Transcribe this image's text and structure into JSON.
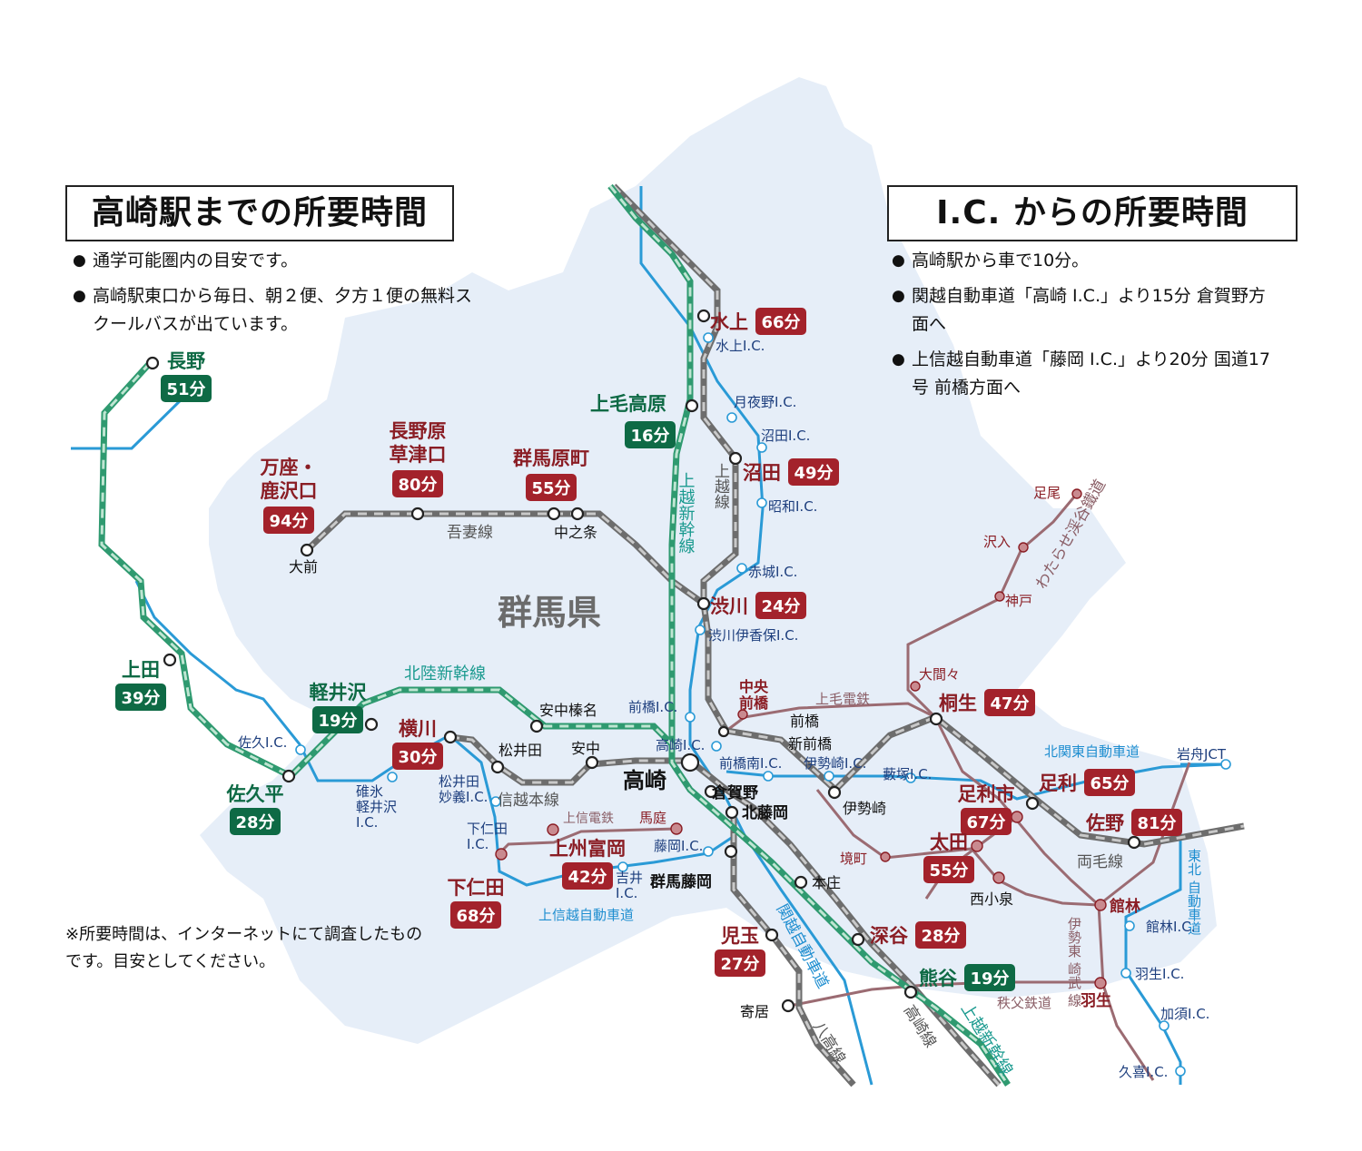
{
  "left_panel": {
    "title": "高崎駅までの所要時間",
    "bullets": [
      "通学可能圏内の目安です。",
      "高崎駅東口から毎日、朝２便、夕方１便の無料スクールバスが出ています。"
    ]
  },
  "right_panel": {
    "title": "I.C. からの所要時間",
    "bullets": [
      "高崎駅から車で10分。",
      "関越自動車道「高崎 I.C.」より15分 倉賀野方面へ",
      "上信越自動車道「藤岡 I.C.」より20分 国道17号 前橋方面へ"
    ]
  },
  "note": "※所要時間は、インターネットにて調査したものです。目安としてください。",
  "prefecture": "群馬県",
  "colors": {
    "prefecture_fill": "#e6eef8",
    "badge_green": "#0e6a45",
    "badge_red": "#a3222b",
    "expressway": "#2a9ad6",
    "jr_line": "#6d6d6d",
    "shinkansen": "#2f9a70",
    "private_rail": "#9b6b72"
  },
  "stations": {
    "minakami": {
      "name": "水上",
      "time": "66分"
    },
    "jomokogen": {
      "name": "上毛高原",
      "time": "16分"
    },
    "numata": {
      "name": "沼田",
      "time": "49分"
    },
    "shibukawa": {
      "name": "渋川",
      "time": "24分"
    },
    "naganohara": {
      "name": "長野原\n草津口",
      "time": "80分"
    },
    "gunmaharamachi": {
      "name": "群馬原町",
      "time": "55分"
    },
    "manza": {
      "name": "万座・\n鹿沢口",
      "time": "94分"
    },
    "nagano": {
      "name": "長野",
      "time": "51分"
    },
    "ueda": {
      "name": "上田",
      "time": "39分"
    },
    "karuizawa": {
      "name": "軽井沢",
      "time": "19分"
    },
    "sakudaira": {
      "name": "佐久平",
      "time": "28分"
    },
    "yokokawa": {
      "name": "横川",
      "time": "30分"
    },
    "kiryu": {
      "name": "桐生",
      "time": "47分"
    },
    "ashikagashi": {
      "name": "足利市",
      "time": "67分"
    },
    "ashikaga": {
      "name": "足利",
      "time": "65分"
    },
    "sano": {
      "name": "佐野",
      "time": "81分"
    },
    "ota": {
      "name": "太田",
      "time": "55分"
    },
    "joshutomioka": {
      "name": "上州富岡",
      "time": "42分"
    },
    "shimonita": {
      "name": "下仁田",
      "time": "68分"
    },
    "kodama": {
      "name": "児玉",
      "time": "27分"
    },
    "fukaya": {
      "name": "深谷",
      "time": "28分"
    },
    "kumagaya": {
      "name": "熊谷",
      "time": "19分"
    },
    "takasaki": {
      "name": "高崎"
    }
  },
  "small_labels": {
    "omae": "大前",
    "nakanojo": "中之条",
    "annakaharuna": "安中榛名",
    "matsuida": "松井田",
    "annaka": "安中",
    "kuragano": "倉賀野",
    "kitafujioka": "北藤岡",
    "gunmafujioka": "群馬藤岡",
    "honjo": "本庄",
    "yorii": "寄居",
    "maebashi": "前橋",
    "shinmaebashi": "新前橋",
    "chuomaebashi": "中央\n前橋",
    "isesaki": "伊勢崎",
    "sakaimachi": "境町",
    "nishikoizumi": "西小泉",
    "tatebayashi": "館林",
    "hanyu": "羽生",
    "ashio": "足尾",
    "sosori": "沢入",
    "godo": "神戸",
    "omama": "大間々",
    "joshindentetsu": "上信電鉄",
    "maniwa": "馬庭"
  },
  "interchanges": {
    "minakami": "水上I.C.",
    "tsukiyono": "月夜野I.C.",
    "numata": "沼田I.C.",
    "showa": "昭和I.C.",
    "akagi": "赤城I.C.",
    "shibukawaikaho": "渋川伊香保I.C.",
    "maebashi": "前橋I.C.",
    "takasaki": "高崎I.C.",
    "maebashiminami": "前橋南I.C.",
    "isesaki": "伊勢崎I.C.",
    "yabuzuka": "藪塚I.C.",
    "fujioka": "藤岡I.C.",
    "yoshii": "吉井\nI.C.",
    "shimonita": "下仁田\nI.C.",
    "matsuida": "松井田\n妙義I.C.",
    "usui": "碓氷\n軽井沢\nI.C.",
    "saku": "佐久I.C.",
    "iwafune": "岩舟JCT",
    "tatebayashi": "館林I.C.",
    "hanyu": "羽生I.C.",
    "kazo": "加須I.C.",
    "kuki": "久喜I.C."
  },
  "lines": {
    "hokuriku": "北陸新幹線",
    "joetsu_shinkansen": "上越新幹線",
    "joetsu_line": "上越線",
    "agatsuma": "吾妻線",
    "shinetsu": "信越本線",
    "jomo_dentetsu": "上毛電鉄",
    "ryomo": "両毛線",
    "watarase": "わたらせ渓谷鐵道",
    "kita_kanto": "北関東自動車道",
    "tohoku": "東北\n自動車道",
    "kanetsu": "関越自動車道",
    "joshinetsu": "上信越自動車道",
    "takasaki_line": "高崎線",
    "hachiko": "八高線",
    "chichibu": "秩父鉄道",
    "isesaki_line": "伊勢東\n崎武\n線"
  }
}
